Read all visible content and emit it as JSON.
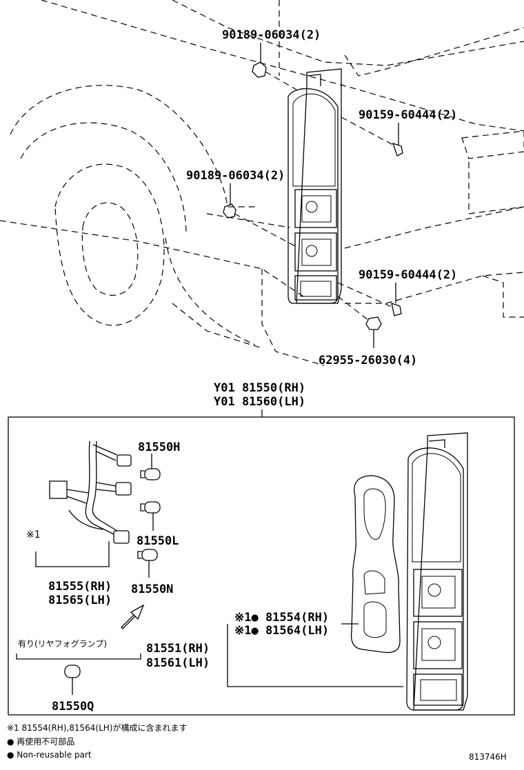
{
  "top_labels": {
    "clip_upper": "90189-06034(2)",
    "screw_upper": "90159-60444(2)",
    "clip_lower": "90189-06034(2)",
    "screw_lower": "90159-60444(2)",
    "nut": "62955-26030(4)"
  },
  "assembly": {
    "rh": "Y01 81550(RH)",
    "lh": "Y01 81560(LH)"
  },
  "box_labels": {
    "bulb_h": "81550H",
    "bulb_l": "81550L",
    "bulb_n": "81550N",
    "bulb_q": "81550Q",
    "ref_mark": "※1",
    "socket_rh": "81555(RH)",
    "socket_lh": "81565(LH)",
    "gasket_rh": "※1● 81554(RH)",
    "gasket_lh": "※1● 81564(LH)",
    "lens_rh": "81551(RH)",
    "lens_lh": "81561(LH)",
    "fog_option": "有り(リヤフォグランプ)"
  },
  "footer": {
    "note1": "※1 81554(RH),81564(LH)が構成に含まれます",
    "note2": "● 再使用不可部品",
    "note3": "● Non-reusable part",
    "diagram_id": "813746H"
  },
  "colors": {
    "ink": "#000000",
    "paper": "#ffffff"
  }
}
